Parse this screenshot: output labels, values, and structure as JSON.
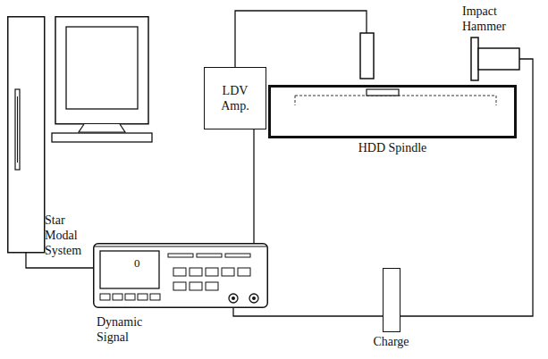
{
  "diagram": {
    "nodes": [
      {
        "text": [
          "Star Modal System"
        ]
      },
      {
        "text": [
          "LDV Amp."
        ]
      },
      {
        "text": [
          "HDD Spindle"
        ]
      },
      {
        "text": [
          "Dynamic Signal"
        ]
      },
      {
        "text": [
          "Charge"
        ]
      },
      {
        "text": [
          "Impact Hammer"
        ]
      }
    ],
    "edges": [
      {
        "from": 0,
        "to": 3,
        "arrow": "none"
      },
      {
        "from": 1,
        "to": 3,
        "arrow": "none"
      },
      {
        "from": 3,
        "to": 4,
        "arrow": "none"
      },
      {
        "from": 4,
        "to": 5,
        "arrow": "none"
      }
    ],
    "labels": [
      "0"
    ]
  }
}
